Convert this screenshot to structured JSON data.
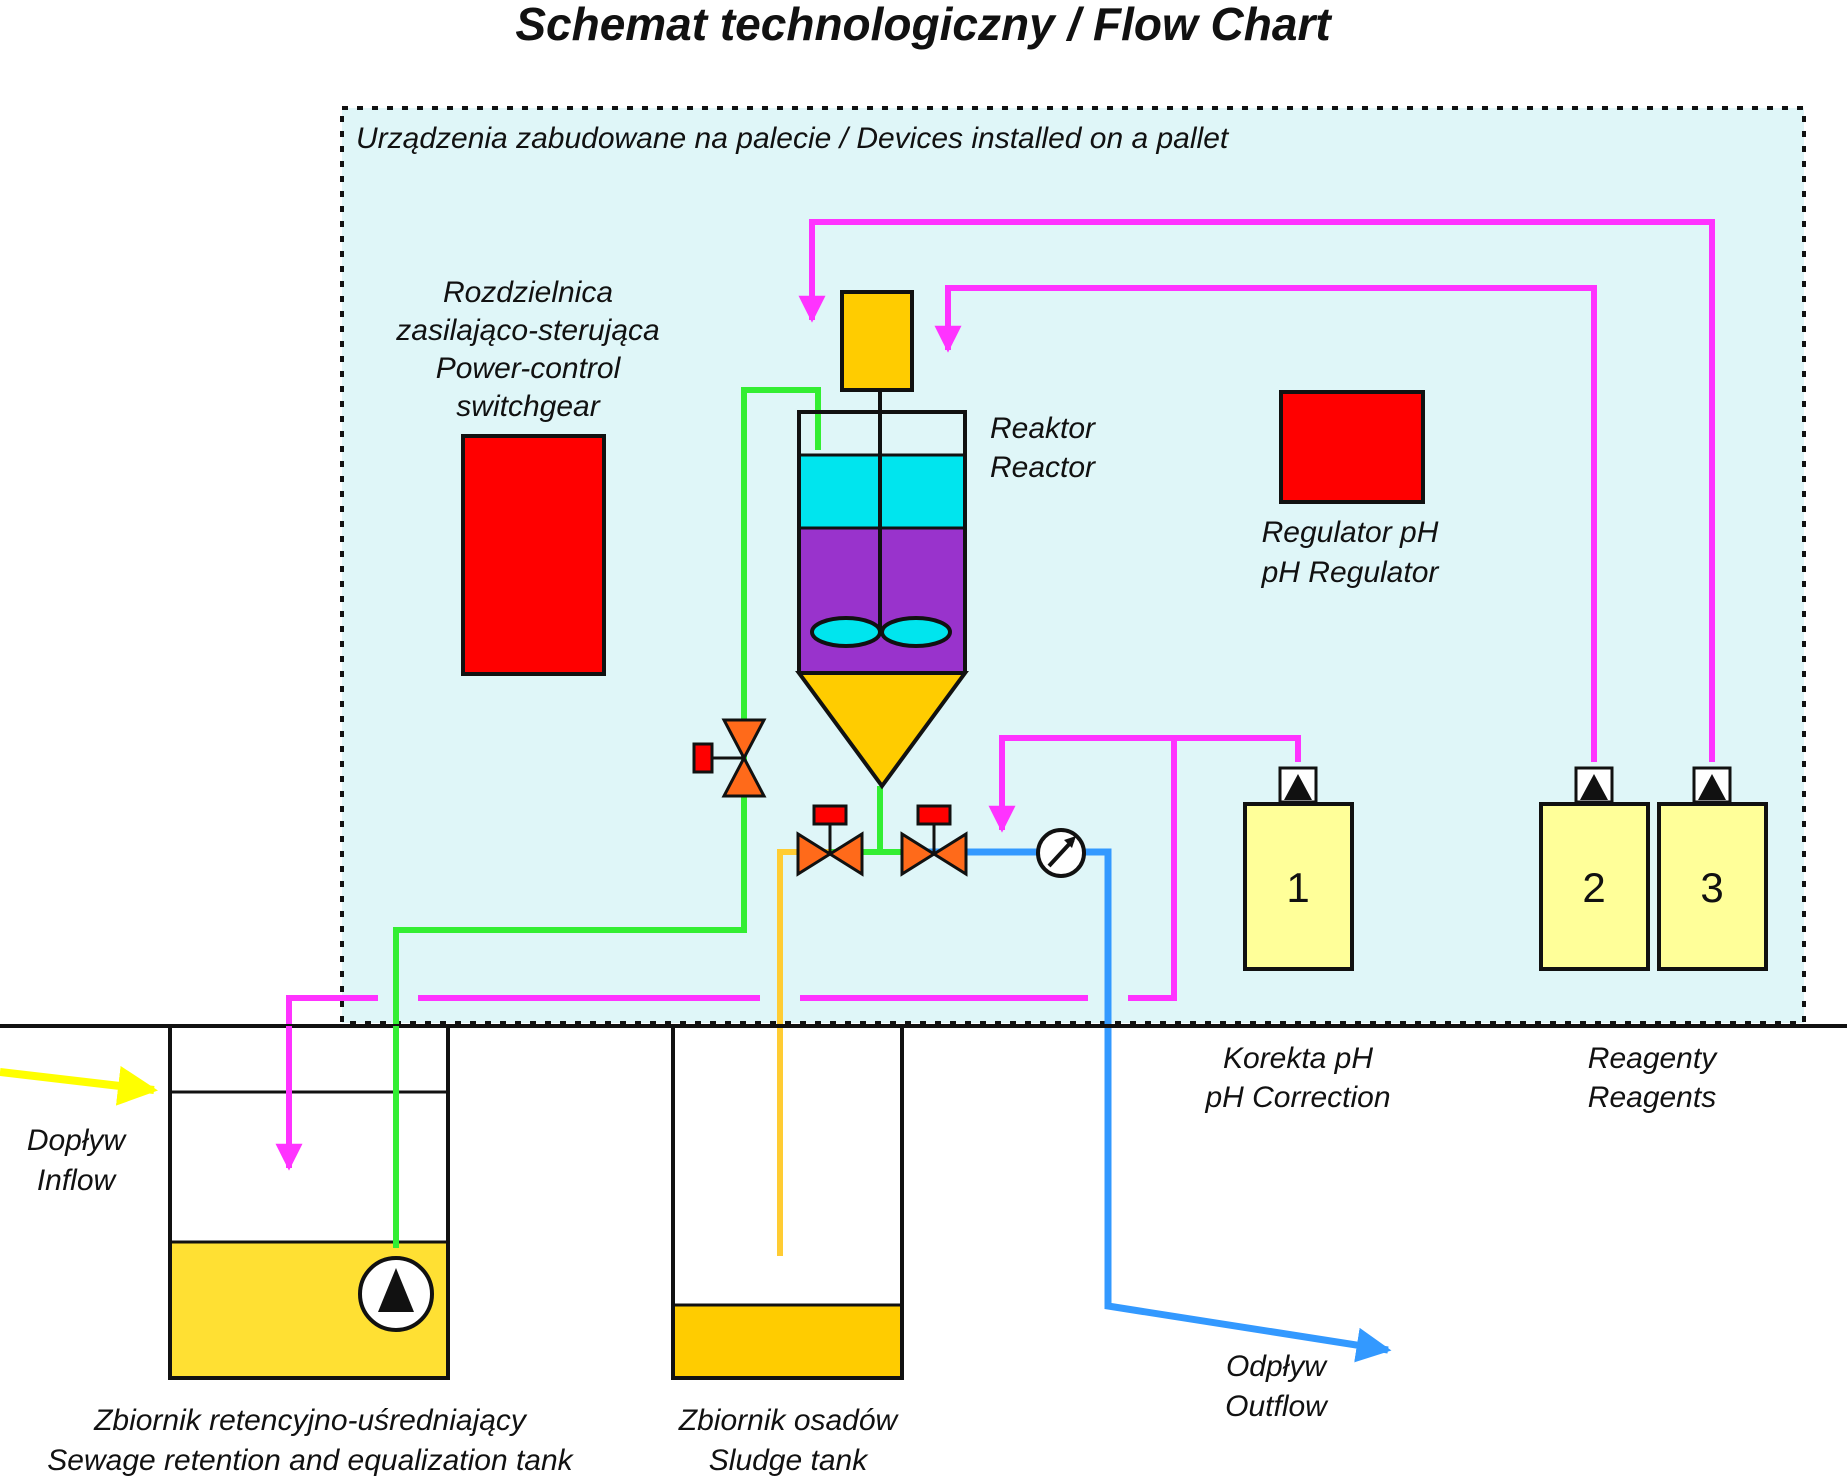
{
  "title": "Schemat technologiczny / Flow Chart",
  "pallet": {
    "label": "Urządzenia zabudowane na palecie / Devices installed on a pallet"
  },
  "switchgear": {
    "lines": [
      "Rozdzielnica",
      "zasilająco-sterująca",
      "Power-control",
      "switchgear"
    ]
  },
  "reactor": {
    "lines": [
      "Reaktor",
      "Reactor"
    ]
  },
  "ph_regulator": {
    "lines": [
      "Regulator pH",
      "pH Regulator"
    ]
  },
  "ph_correction": {
    "lines": [
      "Korekta pH",
      "pH Correction"
    ]
  },
  "reagents": {
    "lines": [
      "Reagenty",
      "Reagents"
    ]
  },
  "tanks": {
    "numbers": [
      "1",
      "2",
      "3"
    ]
  },
  "inflow": {
    "lines": [
      "Dopływ",
      "Inflow"
    ]
  },
  "outflow": {
    "lines": [
      "Odpływ",
      "Outflow"
    ]
  },
  "retention_tank": {
    "lines": [
      "Zbiornik retencyjno-uśredniający",
      "Sewage retention and equalization tank"
    ]
  },
  "sludge_tank": {
    "lines": [
      "Zbiornik osadów",
      "Sludge tank"
    ]
  },
  "colors": {
    "pallet_fill": "#dff6f8",
    "device_red": "#ff0000",
    "dosing_tank": "#ffff99",
    "magenta_line": "#ff33ff",
    "green_line": "#33ee33",
    "blue_line": "#3399ff",
    "orange_line": "#ffcc33",
    "yellow_arrow": "#ffff00",
    "sewage_fill": "#ffe033",
    "sludge_fill": "#ffcc00",
    "valve_orange": "#ff6a1a",
    "reactor_cyan": "#00e5ee",
    "reactor_purple": "#9933cc",
    "cone_orange": "#ffcc00",
    "motor_orange": "#ffcc00"
  }
}
